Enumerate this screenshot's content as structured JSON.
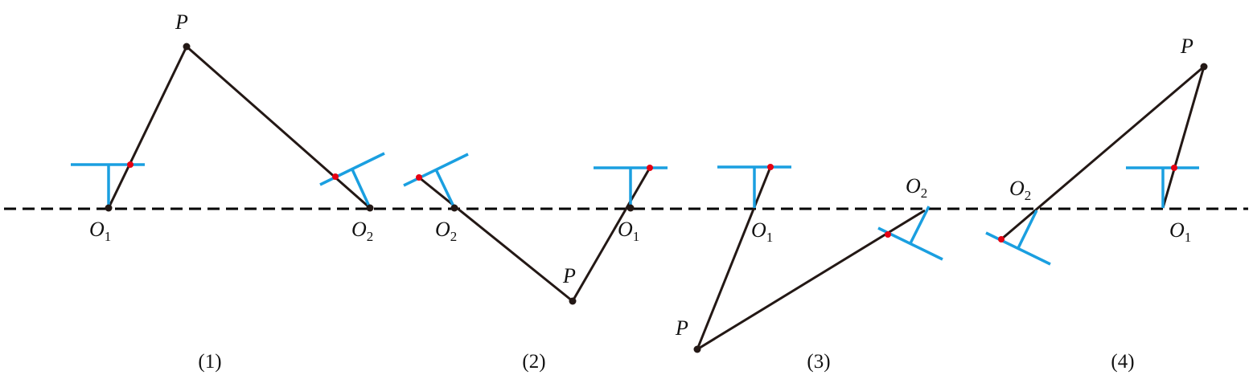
{
  "colors": {
    "baseline": "#000000",
    "link": "#231815",
    "tool": "#1a9fe0",
    "marker": "#e60012",
    "joint": "#231815"
  },
  "labels": {
    "point": "P",
    "center_letter": "O",
    "sub_1": "1",
    "sub_2": "2"
  },
  "captions": [
    "(1)",
    "(2)",
    "(3)",
    "(4)"
  ],
  "icons": {
    "joint": "joint-dot",
    "marker": "contact-dot"
  }
}
